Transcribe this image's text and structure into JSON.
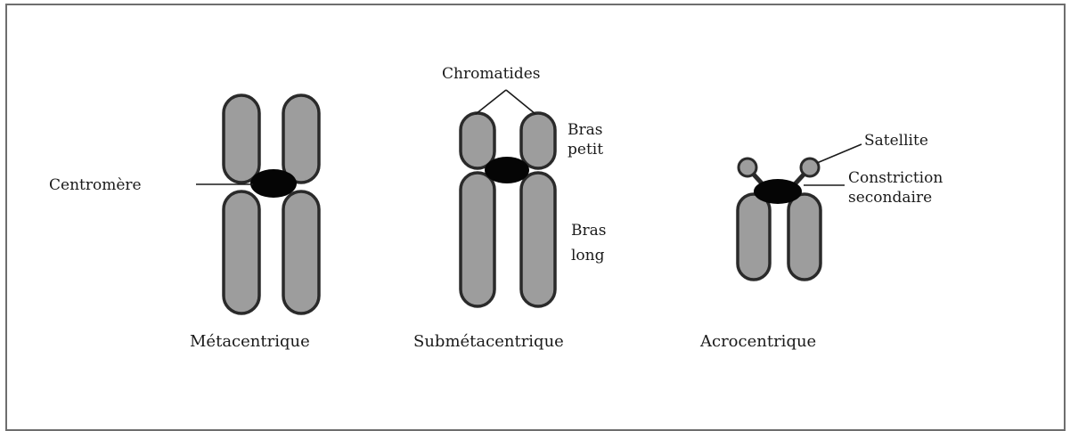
{
  "diagram": {
    "labels": {
      "chromatides": "Chromatides",
      "bras_petit_1": "Bras",
      "bras_petit_2": "petit",
      "bras_long_1": "Bras",
      "bras_long_2": "long",
      "centromere": "Centromère",
      "satellite": "Satellite",
      "constriction_1": "Constriction",
      "constriction_2": "secondaire"
    },
    "captions": {
      "metacentric": "Métacentrique",
      "submetacentric": "Submétacentrique",
      "acrocentric": "Acrocentrique"
    },
    "colors": {
      "chromatid_fill": "#9d9d9d",
      "outline": "#2a2a2a",
      "centromere": "#050505"
    }
  }
}
